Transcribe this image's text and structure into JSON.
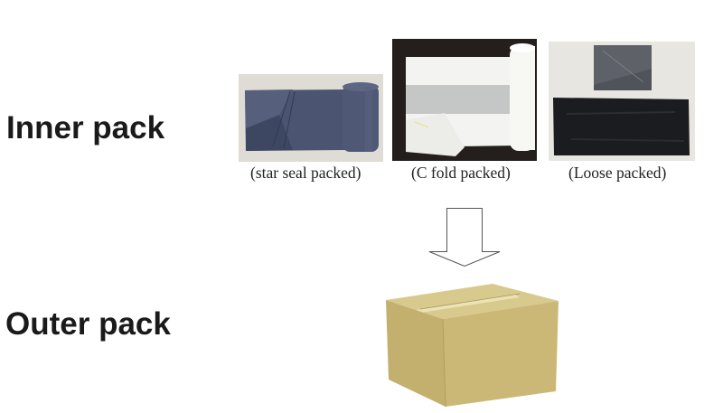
{
  "labels": {
    "inner": "Inner pack",
    "outer": "Outer pack"
  },
  "inner_pack_options": [
    {
      "caption": "(star seal packed)",
      "image": "dark-blue-bag-roll-photo"
    },
    {
      "caption": "(C fold packed)",
      "image": "white-bag-roll-photo"
    },
    {
      "caption": "(Loose packed)",
      "image": "black-loose-bags-photo"
    }
  ],
  "flow": {
    "arrow": "down-arrow-icon"
  },
  "outer_pack": {
    "image": "cardboard-box-photo"
  },
  "colors": {
    "text": "#1a1a1a",
    "blue_bag": "#4a5470",
    "black_bag": "#1a1b1e",
    "white_bag": "#f2f2f0",
    "dark_backdrop": "#231e1c",
    "light_backdrop": "#e6e3dc",
    "box_front": "#c9b676",
    "box_side": "#bfad6c",
    "box_top": "#d9c98c"
  }
}
